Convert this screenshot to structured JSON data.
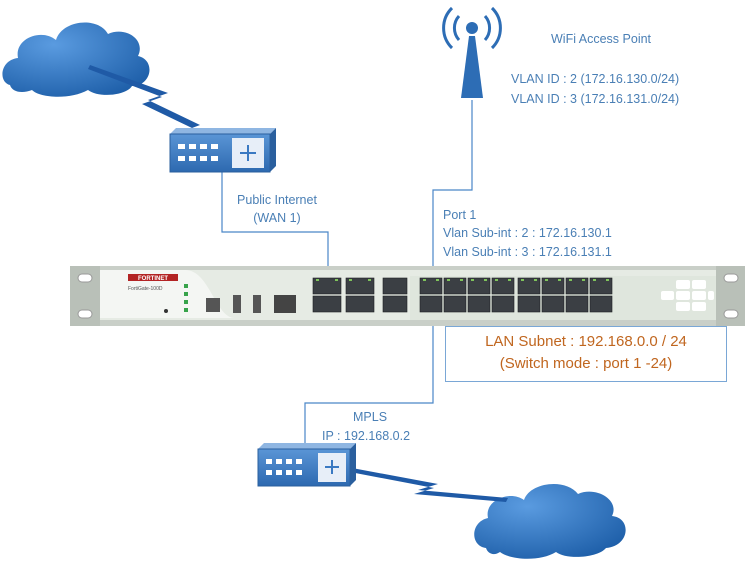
{
  "wifi_ap": {
    "title": "WiFi Access Point",
    "vlan_lines": [
      "VLAN ID : 2 (172.16.130.0/24)",
      "VLAN ID : 3 (172.16.131.0/24)"
    ]
  },
  "wan": {
    "line1": "Public Internet",
    "line2": "(WAN 1)"
  },
  "port1": {
    "title": "Port 1",
    "subint_lines": [
      "Vlan Sub-int : 2 : 172.16.130.1",
      "Vlan Sub-int : 3 : 172.16.131.1"
    ]
  },
  "lan": {
    "line1": "LAN Subnet : 192.168.0.0 / 24",
    "line2": "(Switch mode : port 1 -24)"
  },
  "mpls": {
    "title": "MPLS",
    "ip": "IP : 192.168.0.2"
  },
  "firewall": {
    "brand": "FORTINET",
    "model": "FortiGate-100D"
  },
  "colors": {
    "label": "#4a7fb5",
    "lan_text": "#c0661f",
    "lines": "#4a86c8",
    "cloud": "#2c6db6",
    "router": "#3a79c2",
    "chassis": "#e6ebe4"
  },
  "icons": [
    "cloud-icon",
    "router-icon",
    "antenna-icon",
    "firewall-appliance-icon",
    "lightning-link-icon"
  ]
}
